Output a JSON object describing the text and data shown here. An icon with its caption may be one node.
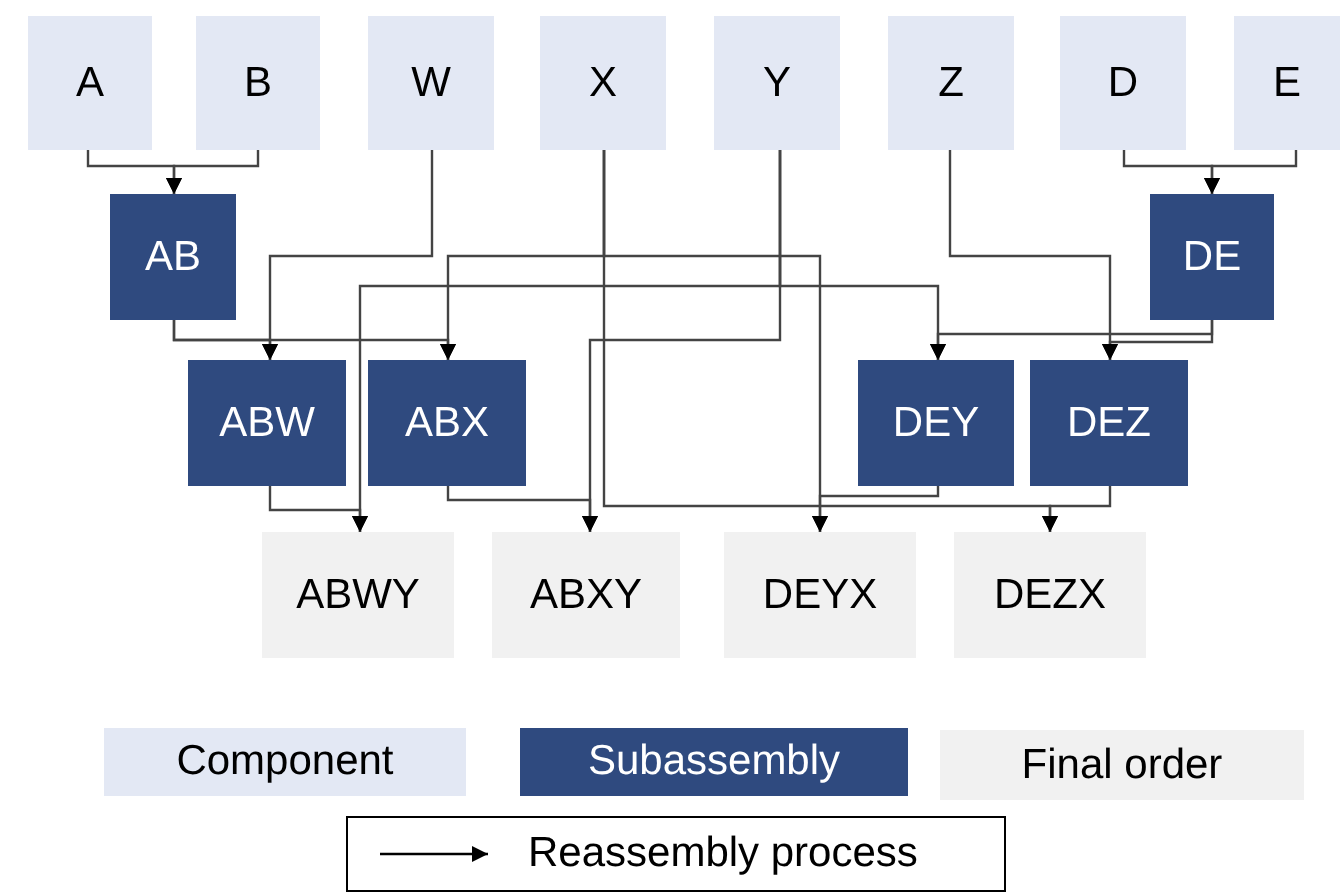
{
  "diagram": {
    "nodes": [
      {
        "text": [
          "A"
        ]
      },
      {
        "text": [
          "B"
        ]
      },
      {
        "text": [
          "W"
        ]
      },
      {
        "text": [
          "X"
        ]
      },
      {
        "text": [
          "Y"
        ]
      },
      {
        "text": [
          "Z"
        ]
      },
      {
        "text": [
          "D"
        ]
      },
      {
        "text": [
          "E"
        ]
      },
      {
        "text": [
          "AB"
        ]
      },
      {
        "text": [
          "DE"
        ]
      },
      {
        "text": [
          "ABW"
        ]
      },
      {
        "text": [
          "ABX"
        ]
      },
      {
        "text": [
          "DEY"
        ]
      },
      {
        "text": [
          "DEZ"
        ]
      },
      {
        "text": [
          "ABWY"
        ]
      },
      {
        "text": [
          "ABXY"
        ]
      },
      {
        "text": [
          "DEYX"
        ]
      },
      {
        "text": [
          "DEZX"
        ]
      }
    ],
    "edges": [
      {
        "from": 0,
        "to": 8,
        "arrow": "to"
      },
      {
        "from": 1,
        "to": 8,
        "arrow": "to"
      },
      {
        "from": 6,
        "to": 9,
        "arrow": "to"
      },
      {
        "from": 7,
        "to": 9,
        "arrow": "to"
      },
      {
        "from": 8,
        "to": 10,
        "arrow": "to"
      },
      {
        "from": 2,
        "to": 10,
        "arrow": "to"
      },
      {
        "from": 8,
        "to": 11,
        "arrow": "to"
      },
      {
        "from": 3,
        "to": 11,
        "arrow": "to"
      },
      {
        "from": 9,
        "to": 12,
        "arrow": "to"
      },
      {
        "from": 4,
        "to": 12,
        "arrow": "to"
      },
      {
        "from": 9,
        "to": 13,
        "arrow": "to"
      },
      {
        "from": 5,
        "to": 13,
        "arrow": "to"
      },
      {
        "from": 10,
        "to": 14,
        "arrow": "to"
      },
      {
        "from": 4,
        "to": 14,
        "arrow": "to"
      },
      {
        "from": 11,
        "to": 15,
        "arrow": "to"
      },
      {
        "from": 4,
        "to": 15,
        "arrow": "to"
      },
      {
        "from": 12,
        "to": 16,
        "arrow": "to"
      },
      {
        "from": 3,
        "to": 16,
        "arrow": "to"
      },
      {
        "from": 13,
        "to": 17,
        "arrow": "to"
      },
      {
        "from": 3,
        "to": 17,
        "arrow": "to"
      }
    ],
    "legend": [
      {
        "text": "Component",
        "color": "#e3e8f4"
      },
      {
        "text": "Subassembly",
        "color": "#2f4a7f"
      },
      {
        "text": "Final order",
        "color": "#f1f1f1"
      },
      {
        "text": "Reassembly process"
      }
    ]
  }
}
